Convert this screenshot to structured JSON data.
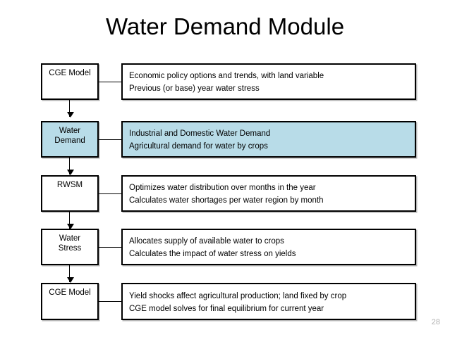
{
  "slide": {
    "title": "Water Demand Module",
    "page_number": "28",
    "highlight_color": "#b8dce8",
    "border_color": "#000000",
    "background_color": "#ffffff"
  },
  "flow": {
    "rows": [
      {
        "stage_label": "CGE Model",
        "highlighted": false,
        "lines": [
          "Economic policy options and trends, with land variable",
          "Previous (or base) year water stress"
        ]
      },
      {
        "stage_label": "Water\nDemand",
        "highlighted": true,
        "lines": [
          "Industrial and Domestic Water Demand",
          "Agricultural demand for water by crops"
        ]
      },
      {
        "stage_label": "RWSM",
        "highlighted": false,
        "lines": [
          "Optimizes water distribution over months in the year",
          "Calculates water shortages per water region by month"
        ]
      },
      {
        "stage_label": "Water\nStress",
        "highlighted": false,
        "lines": [
          "Allocates supply of available water to crops",
          "Calculates the impact of water stress on yields"
        ]
      },
      {
        "stage_label": "CGE Model",
        "highlighted": false,
        "lines": [
          "Yield shocks affect agricultural production; land fixed by crop",
          "CGE model solves for final equilibrium for current year"
        ]
      }
    ],
    "arrows": [
      {
        "from": "CGE Model",
        "to": "Water Demand"
      },
      {
        "from": "Water Demand",
        "to": "RWSM"
      },
      {
        "from": "RWSM",
        "to": "Water Stress"
      },
      {
        "from": "Water Stress",
        "to": "CGE Model"
      }
    ]
  }
}
